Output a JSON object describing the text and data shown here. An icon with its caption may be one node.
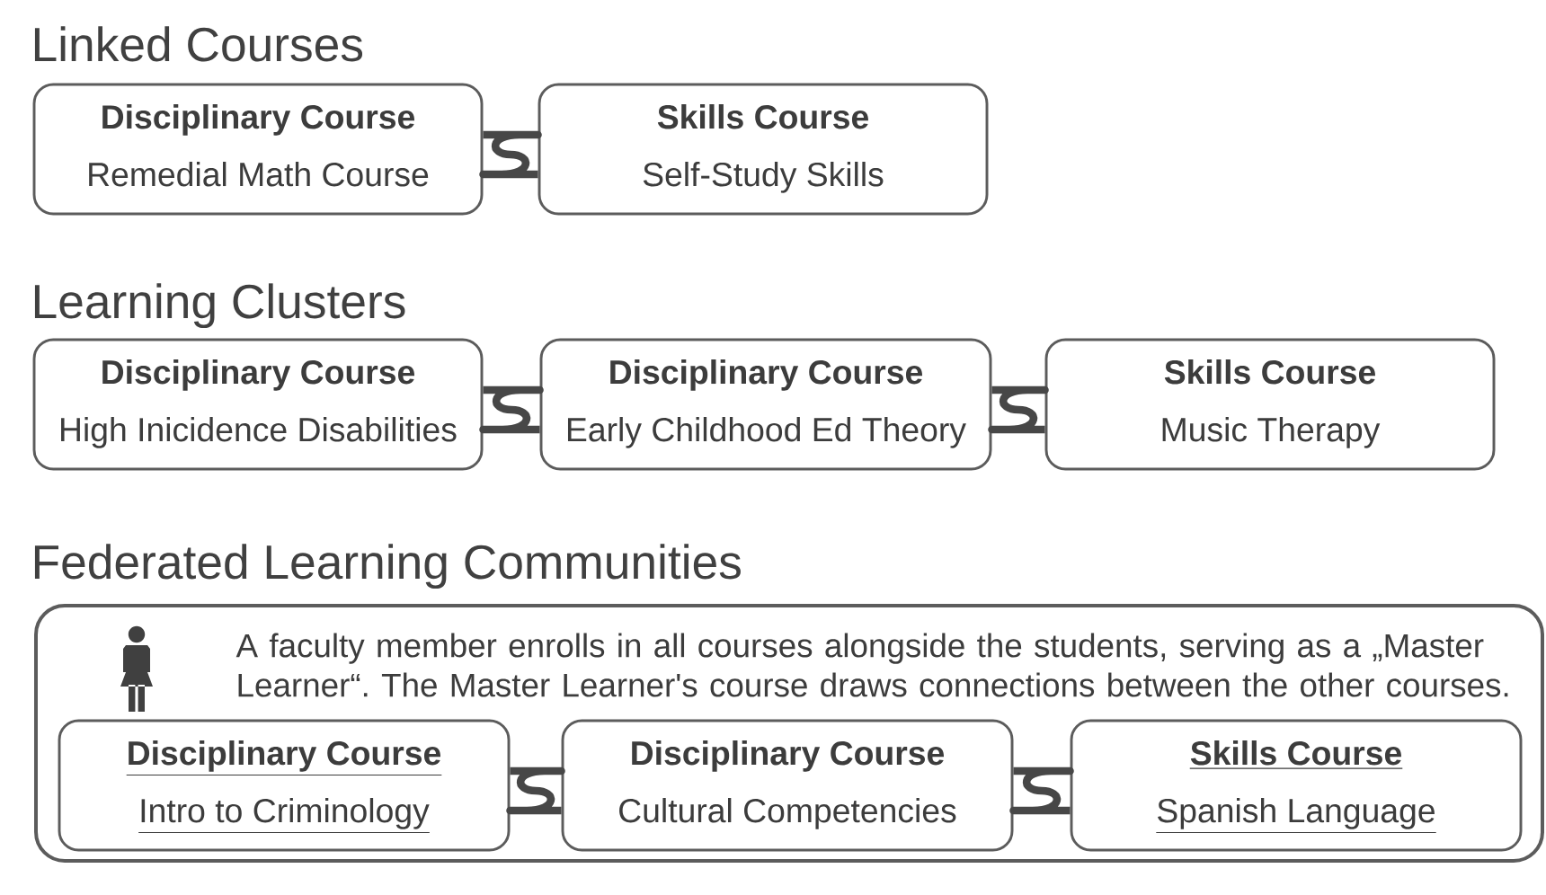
{
  "diagram": {
    "nodes": [
      {
        "text": [
          "Disciplinary Course",
          "Remedial Math Course"
        ]
      },
      {
        "text": [
          "Skills Course",
          "Self-Study Skills"
        ]
      },
      {
        "text": [
          "Disciplinary Course",
          "High Inicidence Disabilities"
        ]
      },
      {
        "text": [
          "Disciplinary Course",
          "Early Childhood Ed Theory"
        ]
      },
      {
        "text": [
          "Skills Course",
          "Music Therapy"
        ]
      },
      {
        "text": [
          "Federated Learning Communities",
          "A faculty member enrolls in all courses alongside the students, serving as a „Master Learner“. The Master Learner's course draws connections between the other courses."
        ]
      },
      {
        "text": [
          "Disciplinary Course",
          "Intro to Criminology"
        ],
        "in": 5
      },
      {
        "text": [
          "Disciplinary Course",
          "Cultural Competencies"
        ],
        "in": 5
      },
      {
        "text": [
          "Skills Course",
          "Spanish Language"
        ],
        "in": 5
      }
    ],
    "edges": [
      {
        "from": 0,
        "to": 1,
        "arrow": "none"
      },
      {
        "from": 2,
        "to": 3,
        "arrow": "none"
      },
      {
        "from": 3,
        "to": 4,
        "arrow": "none"
      },
      {
        "from": 6,
        "to": 7,
        "arrow": "none"
      },
      {
        "from": 7,
        "to": 8,
        "arrow": "none"
      }
    ],
    "labels": [
      "Linked Courses",
      "Learning Clusters"
    ]
  }
}
